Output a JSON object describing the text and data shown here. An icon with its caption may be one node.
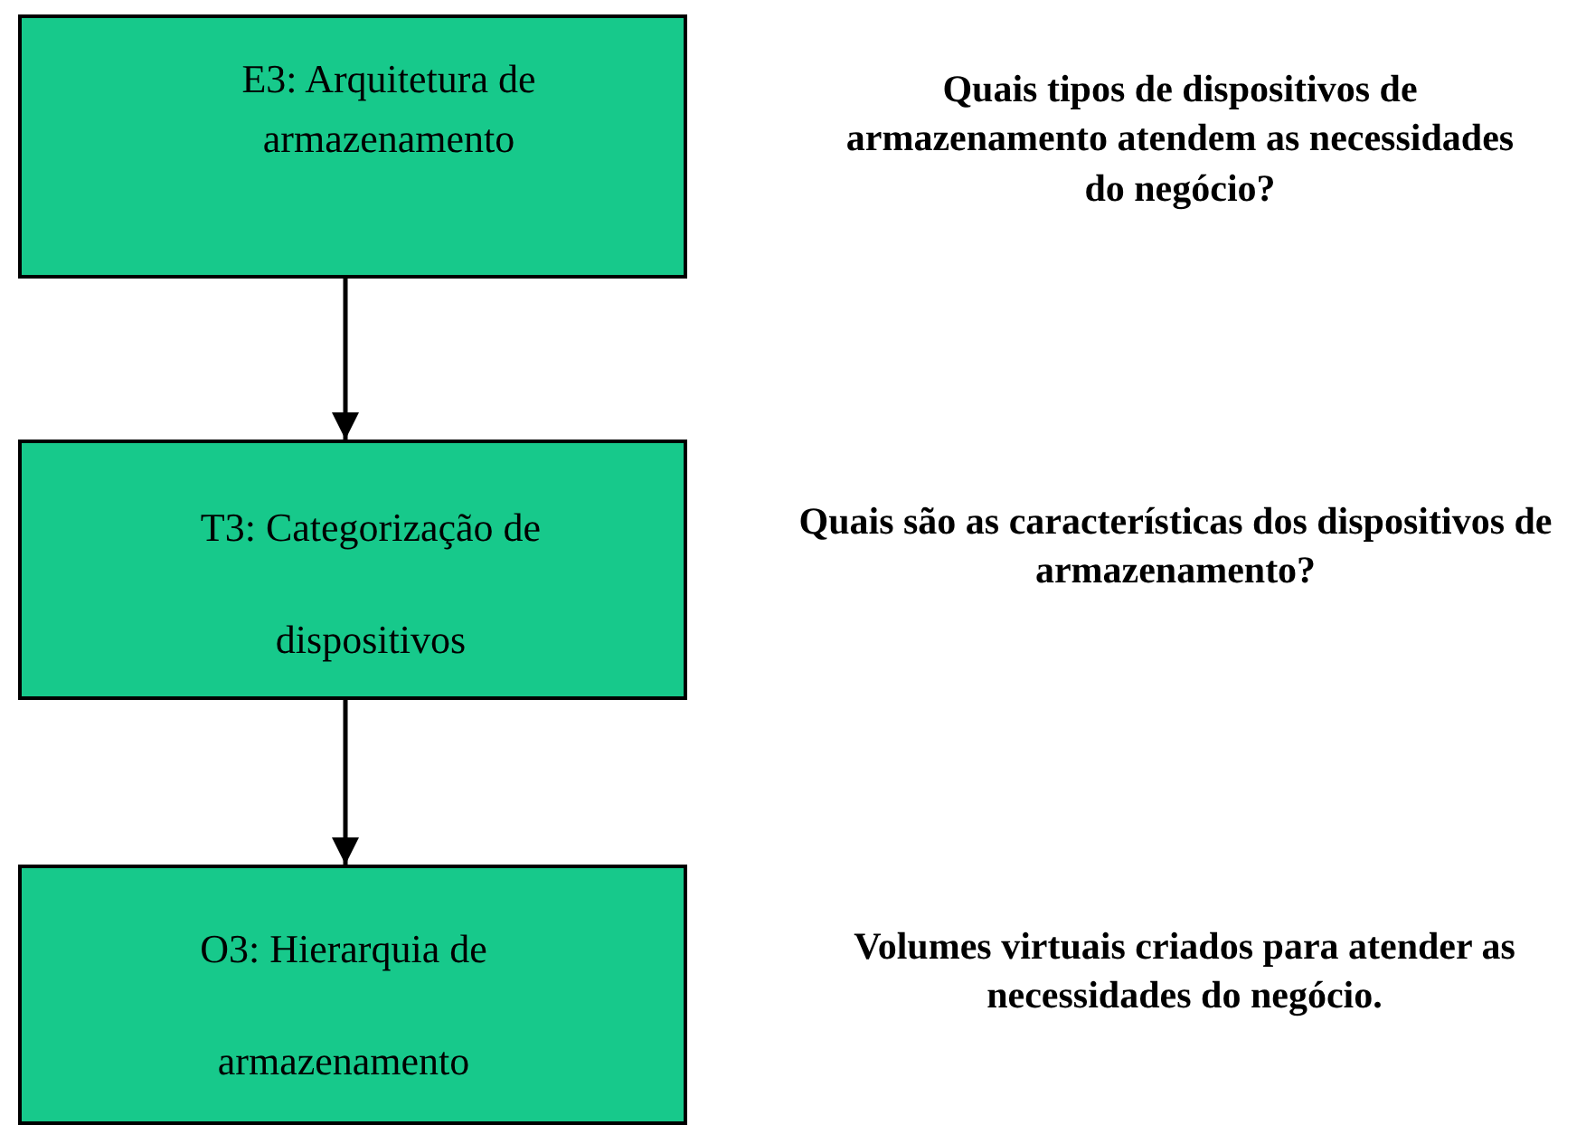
{
  "diagram": {
    "nodes": [
      {
        "text": [
          "E3: Arquitetura de armazenamento"
        ]
      },
      {
        "text": [
          "T3: Categorização de dispositivos"
        ]
      },
      {
        "text": [
          "O3: Hierarquia de armazenamento"
        ]
      }
    ],
    "labels": [
      "Quais tipos de dispositivos de armazenamento atendem as necessidades do negócio?",
      "Quais são as características dos dispositivos de armazenamento?",
      "Volumes virtuais criados para atender as necessidades do negócio."
    ],
    "edges": [
      {
        "from": 0,
        "to": 1,
        "arrow": "to"
      },
      {
        "from": 1,
        "to": 2,
        "arrow": "to"
      }
    ]
  }
}
